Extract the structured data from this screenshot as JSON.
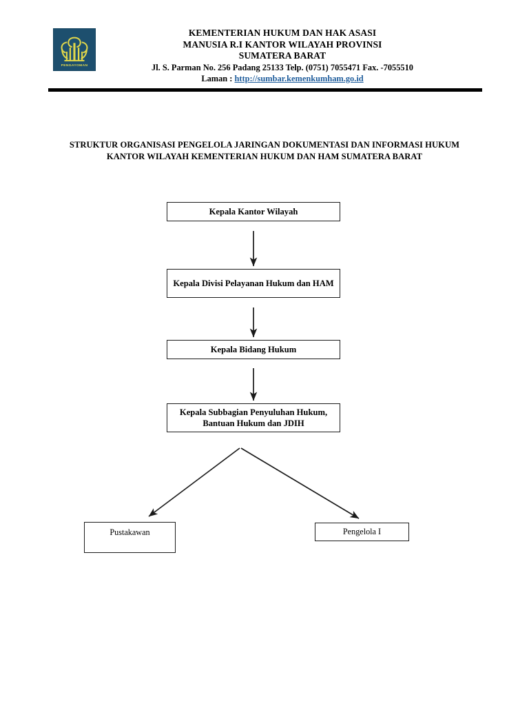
{
  "letterhead": {
    "logo_icon": "pengayoman-banyan-tree-logo",
    "logo_caption": "PENGAYOMAN",
    "line1": "KEMENTERIAN HUKUM DAN HAK ASASI",
    "line2": "MANUSIA R.I KANTOR WILAYAH PROVINSI",
    "line3": "SUMATERA BARAT",
    "address": "Jl. S. Parman No. 256 Padang 25133 Telp. (0751) 7055471 Fax. -7055510",
    "web_label": "Laman : ",
    "web_url": "http://sumbar.kemenkumham.go.id",
    "link_color": "#1f5d9c",
    "logo_bg_color": "#1d4f6e",
    "logo_fg_color": "#e3d84a"
  },
  "document": {
    "title_line1": "STRUKTUR ORGANISASI PENGELOLA JARINGAN DOKUMENTASI DAN INFORMASI HUKUM",
    "title_line2": "KANTOR WILAYAH KEMENTERIAN HUKUM DAN HAM SUMATERA BARAT"
  },
  "chart_data": {
    "type": "diagram",
    "title": "STRUKTUR ORGANISASI PENGELOLA JARINGAN DOKUMENTASI DAN INFORMASI HUKUM KANTOR WILAYAH KEMENTERIAN HUKUM DAN HAM SUMATERA BARAT",
    "orientation": "top-down",
    "nodes": [
      {
        "id": "kepala-kantor",
        "label": "Kepala Kantor Wilayah",
        "level": 1,
        "bold": true
      },
      {
        "id": "kepala-divisi",
        "label": "Kepala Divisi Pelayanan Hukum dan HAM",
        "level": 2,
        "bold": true
      },
      {
        "id": "kepala-bidang",
        "label": "Kepala Bidang Hukum",
        "level": 3,
        "bold": true
      },
      {
        "id": "kepala-subbag",
        "label": "Kepala Subbagian Penyuluhan Hukum, Bantuan Hukum dan JDIH",
        "level": 4,
        "bold": true
      },
      {
        "id": "pustakawan",
        "label": "Pustakawan",
        "level": 5,
        "bold": false
      },
      {
        "id": "pengelola-1",
        "label": "Pengelola I",
        "level": 5,
        "bold": false
      }
    ],
    "edges": [
      {
        "from": "kepala-kantor",
        "to": "kepala-divisi",
        "style": "arrow-down"
      },
      {
        "from": "kepala-divisi",
        "to": "kepala-bidang",
        "style": "arrow-down"
      },
      {
        "from": "kepala-bidang",
        "to": "kepala-subbag",
        "style": "arrow-down"
      },
      {
        "from": "kepala-subbag",
        "to": "pustakawan",
        "style": "arrow-diagonal-left"
      },
      {
        "from": "kepala-subbag",
        "to": "pengelola-1",
        "style": "arrow-diagonal-right"
      }
    ],
    "line_color": "#1a1a1a"
  }
}
